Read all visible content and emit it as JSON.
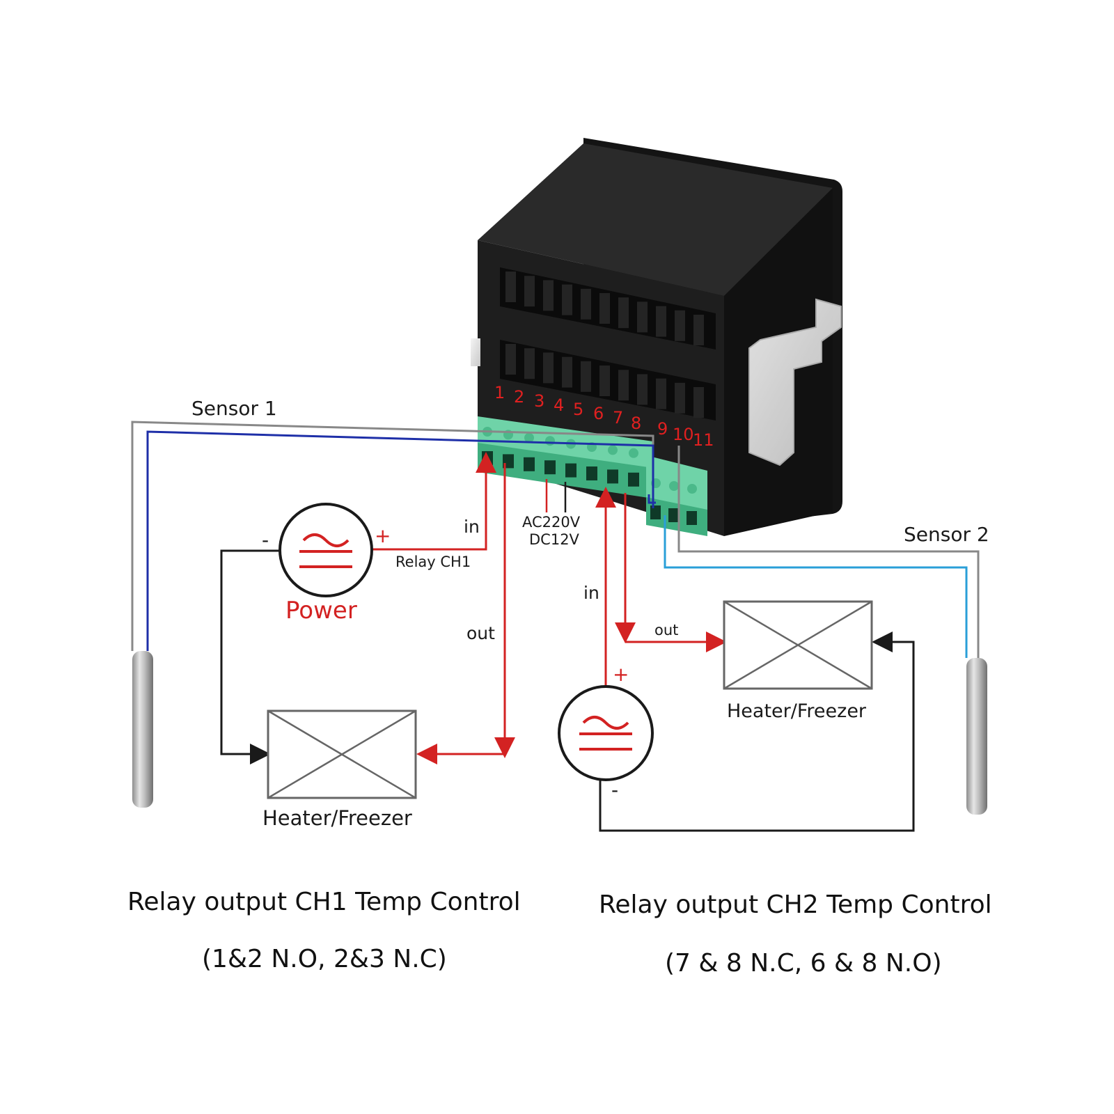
{
  "labels": {
    "sensor1": "Sensor 1",
    "sensor2": "Sensor 2",
    "power": "Power",
    "relay_ch1": "Relay CH1",
    "ac220v": "AC220V",
    "dc12v": "DC12V",
    "in1": "in",
    "out1": "out",
    "in2": "in",
    "out2": "out",
    "plus1": "+",
    "minus1": "-",
    "plus2": "+",
    "minus2": "-",
    "load1": "Heater/Freezer",
    "load2": "Heater/Freezer"
  },
  "terminals": [
    "1",
    "2",
    "3",
    "4",
    "5",
    "6",
    "7",
    "8",
    "9",
    "10",
    "11"
  ],
  "captions": {
    "ch1_title": "Relay output CH1 Temp Control",
    "ch1_sub": "(1&2 N.O, 2&3 N.C)",
    "ch2_title": "Relay output CH2 Temp Control",
    "ch2_sub": "(7 & 8 N.C, 6 & 8 N.O)"
  },
  "colors": {
    "wire_red": "#d32222",
    "wire_black": "#1a1a1a",
    "sensor1_wire": "#1e2fa8",
    "sensor2_wire": "#2a9fd8",
    "sensor_gray": "#888888",
    "terminal_green": "#5fc29a",
    "housing": "#1c1c1c"
  }
}
